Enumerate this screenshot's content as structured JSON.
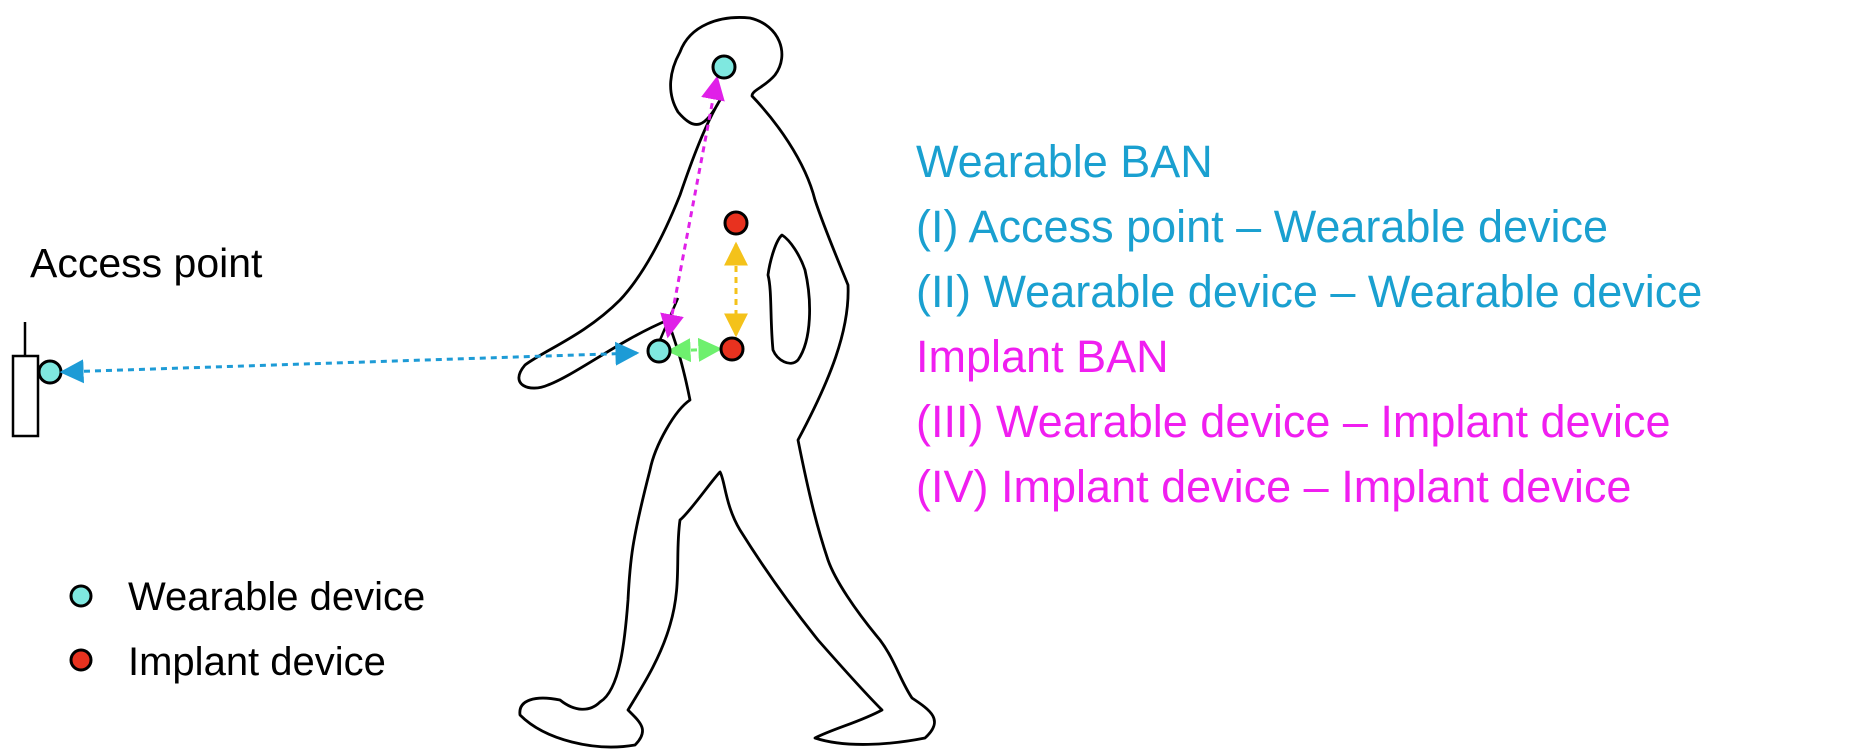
{
  "access_point": {
    "label": "Access point"
  },
  "legend": {
    "wearable": {
      "label": "Wearable device",
      "color": "#7fe8e0"
    },
    "implant": {
      "label": "Implant device",
      "color": "#e8321f"
    }
  },
  "ban_list": {
    "wearable_header": "Wearable BAN",
    "wearable_items": [
      {
        "num": "I",
        "text": "Access point – Wearable device"
      },
      {
        "num": "II",
        "text": "Wearable device – Wearable device"
      }
    ],
    "implant_header": "Implant BAN",
    "implant_items": [
      {
        "num": "III",
        "text": "Wearable device – Implant device"
      },
      {
        "num": "IV",
        "text": "Implant device – Implant device"
      }
    ]
  },
  "colors": {
    "wearable_ban": "#1aa0d0",
    "implant_ban": "#f01ef0",
    "wearable_link": "#1d9bd6",
    "implant_link": "#e020e8",
    "implant_implant_link": "#f4c21a",
    "wearable_implant_link": "#6ef06e"
  }
}
